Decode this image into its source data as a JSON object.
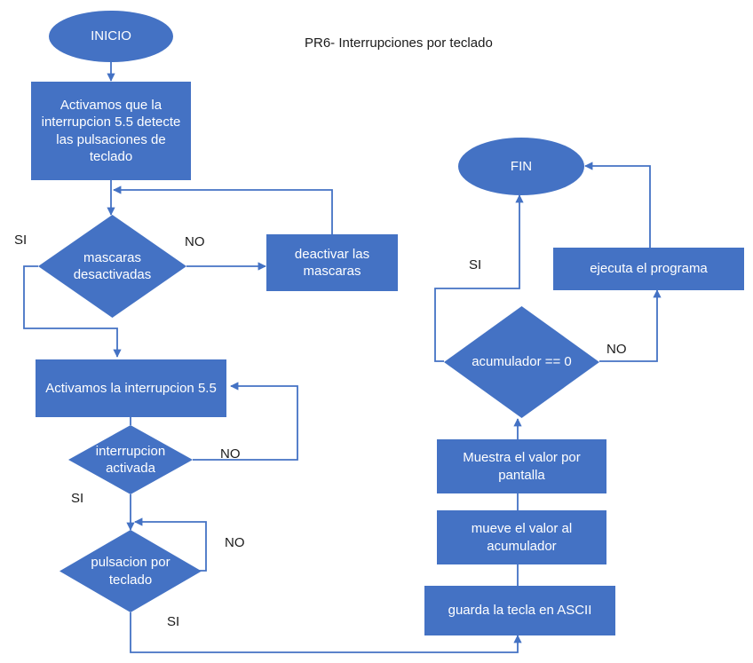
{
  "title": "PR6- Interrupciones por teclado",
  "colors": {
    "node_fill": "#4472C4",
    "node_text": "#FFFFFF",
    "edge_stroke": "#4472C4",
    "label_text": "#1A1A1A",
    "background": "#FFFFFF"
  },
  "chart_data": {
    "type": "diagram",
    "title": "PR6- Interrupciones por teclado",
    "nodes": [
      {
        "id": "inicio",
        "shape": "terminator",
        "label": "INICIO"
      },
      {
        "id": "activa_det",
        "shape": "process",
        "label": "Activamos que la interrupcion 5.5 detecte las pulsaciones de teclado"
      },
      {
        "id": "mascaras",
        "shape": "decision",
        "label": "mascaras desactivadas"
      },
      {
        "id": "deactivar",
        "shape": "process",
        "label": "deactivar las mascaras"
      },
      {
        "id": "activa_55",
        "shape": "process",
        "label": "Activamos la interrupcion 5.5"
      },
      {
        "id": "int_activada",
        "shape": "decision",
        "label": "interrupcion activada"
      },
      {
        "id": "pulsacion",
        "shape": "decision",
        "label": "pulsacion por teclado"
      },
      {
        "id": "guarda",
        "shape": "process",
        "label": "guarda la tecla en ASCII"
      },
      {
        "id": "mueve",
        "shape": "process",
        "label": "mueve el valor al acumulador"
      },
      {
        "id": "muestra",
        "shape": "process",
        "label": "Muestra el valor por pantalla"
      },
      {
        "id": "acumulador",
        "shape": "decision",
        "label": "acumulador == 0"
      },
      {
        "id": "ejecuta",
        "shape": "process",
        "label": "ejecuta el programa"
      },
      {
        "id": "fin",
        "shape": "terminator",
        "label": "FIN"
      }
    ],
    "edges": [
      {
        "from": "inicio",
        "to": "activa_det",
        "label": ""
      },
      {
        "from": "activa_det",
        "to": "mascaras",
        "label": ""
      },
      {
        "from": "mascaras",
        "to": "deactivar",
        "label": "NO"
      },
      {
        "from": "deactivar",
        "to": "activa_det",
        "label": ""
      },
      {
        "from": "mascaras",
        "to": "activa_55",
        "label": "SI"
      },
      {
        "from": "activa_55",
        "to": "int_activada",
        "label": ""
      },
      {
        "from": "int_activada",
        "to": "activa_55",
        "label": "NO"
      },
      {
        "from": "int_activada",
        "to": "pulsacion",
        "label": "SI"
      },
      {
        "from": "pulsacion",
        "to": "pulsacion",
        "label": "NO"
      },
      {
        "from": "pulsacion",
        "to": "guarda",
        "label": "SI"
      },
      {
        "from": "guarda",
        "to": "mueve",
        "label": ""
      },
      {
        "from": "mueve",
        "to": "muestra",
        "label": ""
      },
      {
        "from": "muestra",
        "to": "acumulador",
        "label": ""
      },
      {
        "from": "acumulador",
        "to": "ejecuta",
        "label": "NO"
      },
      {
        "from": "acumulador",
        "to": "fin",
        "label": "SI"
      },
      {
        "from": "ejecuta",
        "to": "fin",
        "label": ""
      }
    ]
  },
  "nodes": {
    "inicio": {
      "label": "INICIO"
    },
    "activa_det": {
      "label": "Activamos que la interrupcion 5.5 detecte las pulsaciones de teclado"
    },
    "mascaras": {
      "label": "mascaras desactivadas"
    },
    "deactivar": {
      "label": "deactivar las mascaras"
    },
    "activa_55": {
      "label": "Activamos la interrupcion 5.5"
    },
    "int_activada": {
      "label": "interrupcion activada"
    },
    "pulsacion": {
      "label": "pulsacion por teclado"
    },
    "guarda": {
      "label": "guarda la tecla en ASCII"
    },
    "mueve": {
      "label": "mueve el valor al acumulador"
    },
    "muestra": {
      "label": "Muestra el valor por pantalla"
    },
    "acumulador": {
      "label": "acumulador == 0"
    },
    "ejecuta": {
      "label": "ejecuta el programa"
    },
    "fin": {
      "label": "FIN"
    }
  },
  "edge_labels": {
    "mascaras_si": "SI",
    "mascaras_no": "NO",
    "int_activada_no": "NO",
    "int_activada_si": "SI",
    "pulsacion_no": "NO",
    "pulsacion_si": "SI",
    "acumulador_si": "SI",
    "acumulador_no": "NO"
  }
}
